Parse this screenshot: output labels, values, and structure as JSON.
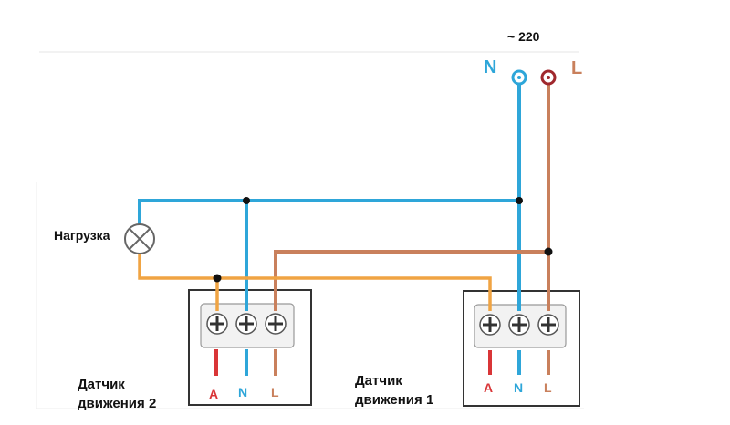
{
  "supply": {
    "voltage": "~ 220",
    "neutral_label": "N",
    "line_label": "L"
  },
  "load": {
    "label": "Нагрузка"
  },
  "sensor_2": {
    "caption_line1": "Датчик",
    "caption_line2": "движения",
    "caption_number": "2",
    "terminals": [
      "A",
      "N",
      "L"
    ]
  },
  "sensor_1": {
    "caption_line1": "Датчик",
    "caption_line2": "движения",
    "caption_number": "1",
    "terminals": [
      "A",
      "N",
      "L"
    ]
  },
  "colors": {
    "neutral": "#2ea6d9",
    "line": "#c9805c",
    "switched": "#f0a443",
    "activation": "#d93537",
    "supply_line_terminal": "#a0282d"
  }
}
